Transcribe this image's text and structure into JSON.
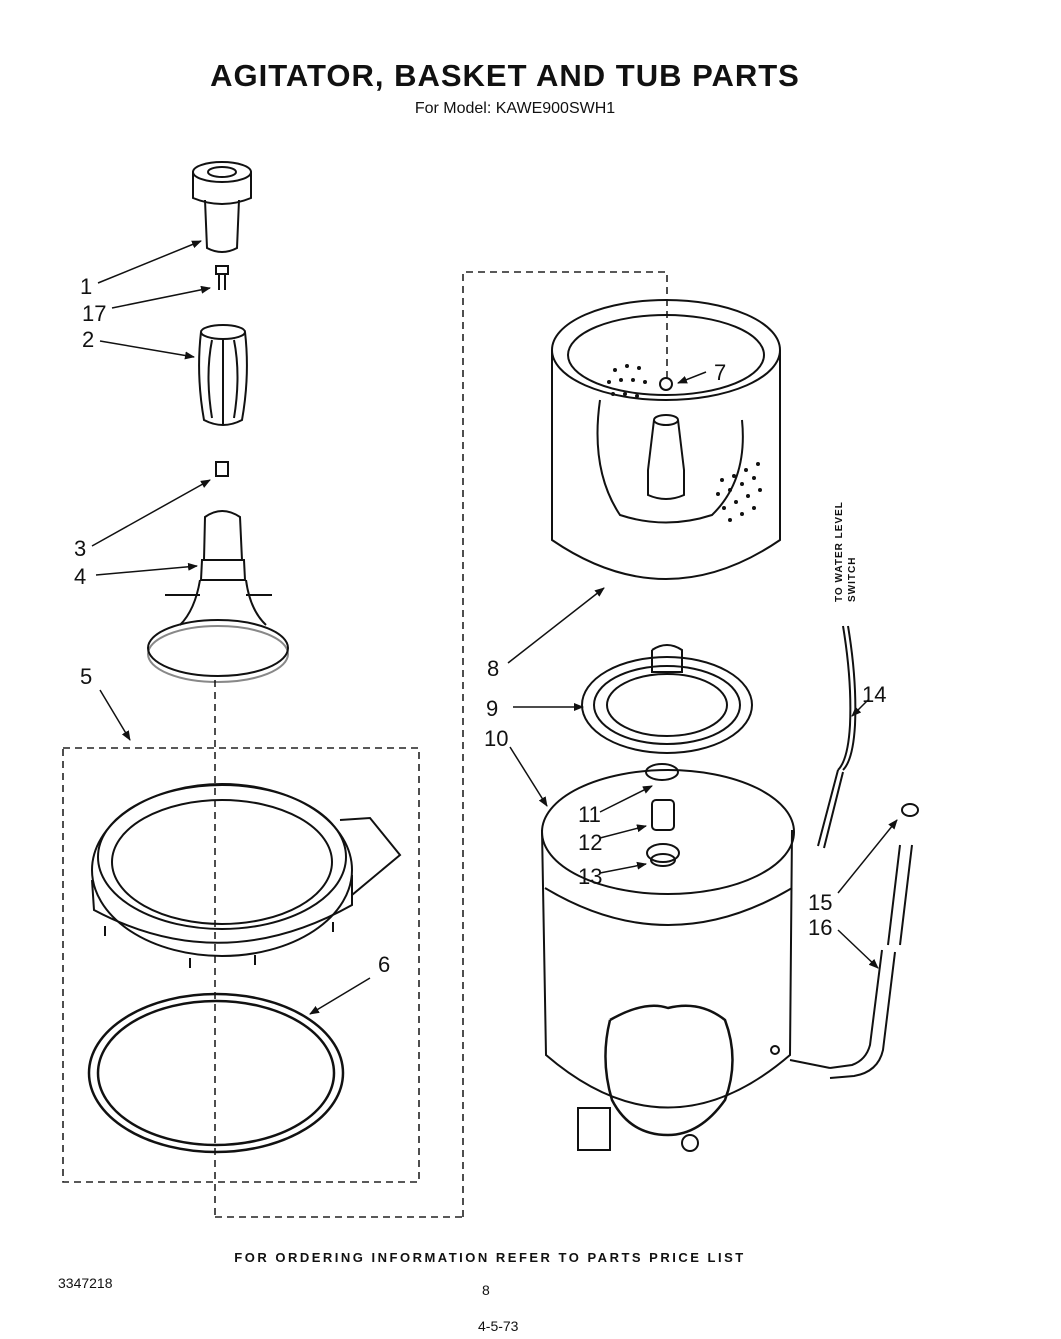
{
  "header": {
    "title": "AGITATOR, BASKET AND TUB PARTS",
    "subtitle": "For Model: KAWE900SWH1"
  },
  "annotation": {
    "side_label_line1": "TO WATER LEVEL",
    "side_label_line2": "SWITCH"
  },
  "callouts": [
    "1",
    "17",
    "2",
    "3",
    "4",
    "5",
    "6",
    "7",
    "8",
    "9",
    "10",
    "11",
    "12",
    "13",
    "14",
    "15",
    "16"
  ],
  "footer": {
    "ordering_note": "FOR ORDERING INFORMATION REFER TO PARTS PRICE LIST",
    "doc_number": "3347218",
    "page_number": "8",
    "stamp": "4-5-73"
  }
}
